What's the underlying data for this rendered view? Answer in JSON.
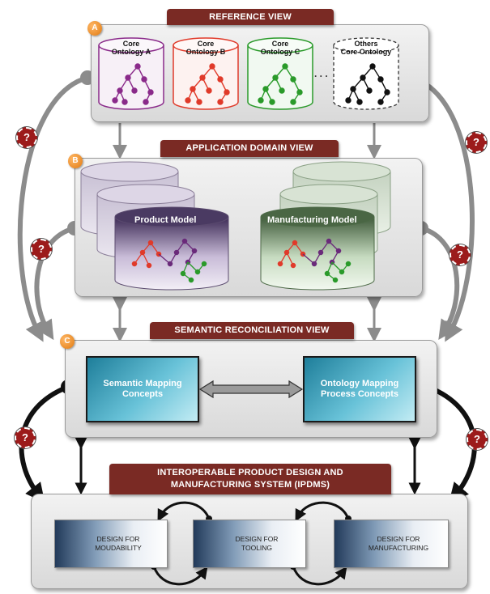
{
  "reference_view": {
    "badge": "A",
    "title": "REFERENCE VIEW",
    "cores": [
      {
        "line1": "Core",
        "line2": "Ontology A",
        "color": "#8a2a8a"
      },
      {
        "line1": "Core",
        "line2": "Ontology B",
        "color": "#e03a2a"
      },
      {
        "line1": "Core",
        "line2": "Ontology C",
        "color": "#2a9a2a"
      },
      {
        "line1": "Others",
        "line2": "Core Ontology",
        "color": "#111111"
      }
    ],
    "ellipsis": ". . ."
  },
  "application_view": {
    "badge": "B",
    "title": "APPLICATION DOMAIN VIEW",
    "product_model": "Product Model",
    "manufacturing_model": "Manufacturing Model"
  },
  "semantic_view": {
    "badge": "C",
    "title": "SEMANTIC RECONCILIATION VIEW",
    "left_box": "Semantic Mapping Concepts",
    "right_box": "Ontology Mapping Process Concepts"
  },
  "ipdms": {
    "title_line1": "INTEROPERABLE PRODUCT DESIGN AND",
    "title_line2": "MANUFACTURING SYSTEM (IPDMS)",
    "boxes": [
      {
        "line1": "DESIGN FOR",
        "line2": "MOUDABILITY"
      },
      {
        "line1": "DESIGN FOR",
        "line2": "TOOLING"
      },
      {
        "line1": "DESIGN FOR",
        "line2": "MANUFACTURING"
      }
    ]
  },
  "question_mark": "?",
  "colors": {
    "banner": "#7a2a24",
    "badge": "#e07a10",
    "question": "#9c1b1b",
    "purple": "#8a2a8a",
    "red": "#e03a2a",
    "green": "#2a9a2a"
  }
}
